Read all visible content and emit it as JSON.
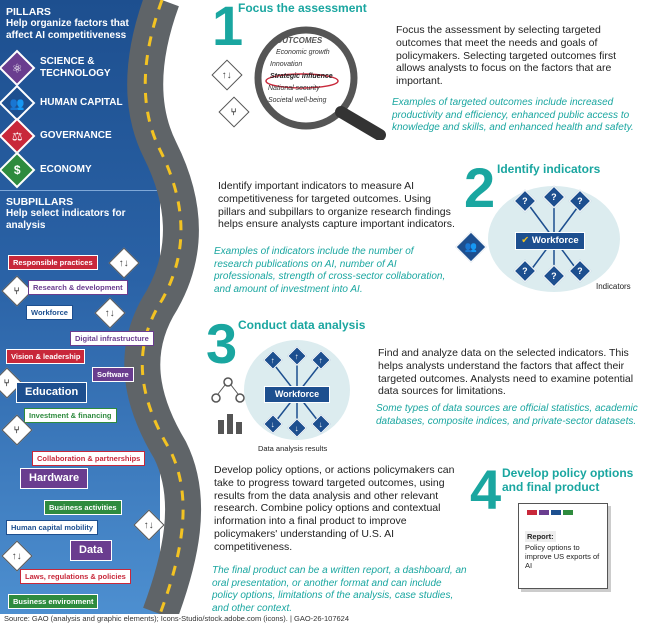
{
  "pillars": {
    "title": "PILLARS",
    "subtitle": "Help organize factors that affect AI competitiveness",
    "items": [
      {
        "label": "SCIENCE & TECHNOLOGY",
        "color": "#6a3d8f",
        "icon": "atom-icon"
      },
      {
        "label": "HUMAN CAPITAL",
        "color": "#1d4f8f",
        "icon": "people-icon"
      },
      {
        "label": "GOVERNANCE",
        "color": "#c8283a",
        "icon": "gavel-icon"
      },
      {
        "label": "ECONOMY",
        "color": "#2e8b3e",
        "icon": "dollar-icon"
      }
    ]
  },
  "subpillars": {
    "title": "SUBPILLARS",
    "subtitle": "Help select indicators for analysis",
    "items": [
      "Responsible practices",
      "Research & development",
      "Workforce",
      "Digital infrastructure",
      "Vision & leadership",
      "Software",
      "Education",
      "Investment & financing",
      "Collaboration & partnerships",
      "Hardware",
      "Business activities",
      "Human capital mobility",
      "Data",
      "Laws, regulations & policies",
      "Business environment"
    ]
  },
  "step1": {
    "number": "1",
    "title": "Focus the assessment",
    "body": "Focus the assessment by selecting targeted outcomes that meet the needs and goals of policymakers. Selecting targeted outcomes first allows analysts to focus on the factors that are important.",
    "example": "Examples of targeted outcomes include increased productivity and efficiency, enhanced public access to knowledge and skills, and enhanced health and safety.",
    "lens_title": "OUTCOMES",
    "lens_items": [
      "Economic growth",
      "Innovation",
      "Strategic influence",
      "National security",
      "Societal well-being"
    ]
  },
  "step2": {
    "number": "2",
    "title": "Identify indicators",
    "body": "Identify important indicators to measure AI competitiveness for targeted outcomes. Using pillars and subpillars to organize research findings helps ensure analysts capture important indicators.",
    "example": "Examples of indicators include the number of research publications on AI, number of AI professionals, strength of cross-sector collaboration, and amount of investment into AI.",
    "node_label": "Workforce",
    "indicators_label": "Indicators",
    "question_mark": "?"
  },
  "step3": {
    "number": "3",
    "title": "Conduct data analysis",
    "body": "Find and analyze data on the selected indicators. This helps analysts understand the factors that affect their targeted outcomes. Analysts need to examine potential data sources for limitations.",
    "example": "Some types of data sources are official statistics, academic databases, composite indices, and private-sector datasets.",
    "node_label": "Workforce",
    "results_label": "Data analysis results"
  },
  "step4": {
    "number": "4",
    "title": "Develop policy options and final product",
    "body": "Develop policy options, or actions policymakers can take to progress toward targeted outcomes, using results from the data analysis and other relevant research. Combine policy options and contextual information into a final product to improve policymakers' understanding of U.S. AI competitiveness.",
    "example": "The final product can be a written report, a dashboard, an oral presentation, or another format and can include policy options, limitations of the analysis, case studies, and other context.",
    "report_label": "Report:",
    "report_text": "Policy options to improve US exports of AI"
  },
  "source": "Source: GAO (analysis and graphic elements); Icons-Studio/stock.adobe.com (icons).  |  GAO-26-107624",
  "colors": {
    "teal": "#1aa6a0",
    "navy": "#1d4f8f",
    "red": "#c8283a",
    "green": "#2e8b3e",
    "purple": "#6a3d8f"
  }
}
